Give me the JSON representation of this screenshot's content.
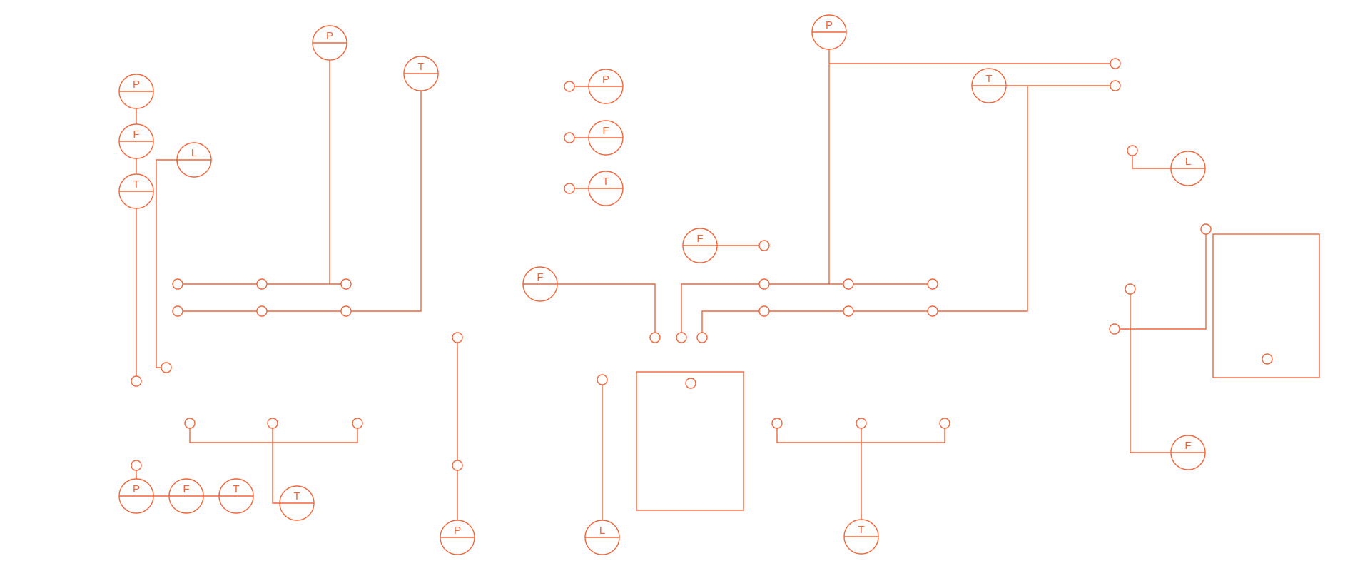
{
  "colors": {
    "stroke": "#f26539",
    "background": "#ffffff"
  },
  "instruments": [
    {
      "label": "P"
    },
    {
      "label": "F"
    },
    {
      "label": "T"
    },
    {
      "label": "L"
    },
    {
      "label": "P"
    },
    {
      "label": "T"
    },
    {
      "label": "P"
    },
    {
      "label": "F"
    },
    {
      "label": "T"
    },
    {
      "label": "F"
    },
    {
      "label": "F"
    },
    {
      "label": "P"
    },
    {
      "label": "T"
    },
    {
      "label": "L"
    },
    {
      "label": "F"
    },
    {
      "label": "P"
    },
    {
      "label": "F"
    },
    {
      "label": "T"
    },
    {
      "label": "T"
    },
    {
      "label": "P"
    },
    {
      "label": "L"
    },
    {
      "label": "T"
    }
  ]
}
